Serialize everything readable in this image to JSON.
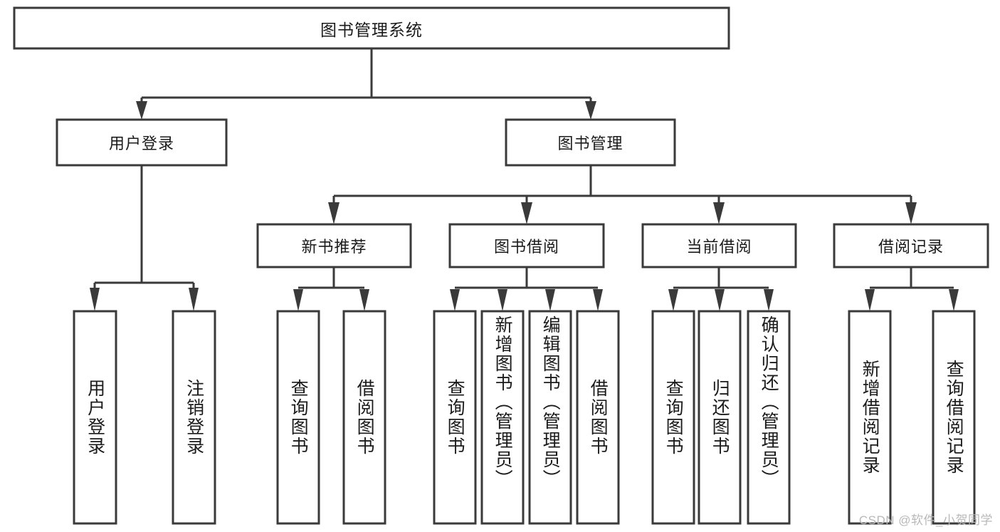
{
  "diagram": {
    "title": "图书管理系统",
    "type": "tree-hierarchy",
    "orientation": "top-down",
    "root": {
      "id": "root",
      "label": "图书管理系统",
      "orientation": "horizontal"
    },
    "level2": [
      {
        "id": "user-login",
        "label": "用户登录",
        "orientation": "horizontal"
      },
      {
        "id": "book-management",
        "label": "图书管理",
        "orientation": "horizontal"
      }
    ],
    "level3": [
      {
        "id": "new-book-recommend",
        "label": "新书推荐",
        "orientation": "horizontal",
        "parent": "book-management"
      },
      {
        "id": "book-borrow",
        "label": "图书借阅",
        "orientation": "horizontal",
        "parent": "book-management"
      },
      {
        "id": "current-borrow",
        "label": "当前借阅",
        "orientation": "horizontal",
        "parent": "book-management"
      },
      {
        "id": "borrow-record",
        "label": "借阅记录",
        "orientation": "horizontal",
        "parent": "book-management"
      }
    ],
    "leaves": [
      {
        "id": "leaf-user-login",
        "label": "用户登录",
        "orientation": "vertical",
        "parent": "user-login"
      },
      {
        "id": "leaf-user-logout",
        "label": "注销登录",
        "orientation": "vertical",
        "parent": "user-login"
      },
      {
        "id": "leaf-query-book-1",
        "label": "查询图书",
        "orientation": "vertical",
        "parent": "new-book-recommend"
      },
      {
        "id": "leaf-borrow-book-1",
        "label": "借阅图书",
        "orientation": "vertical",
        "parent": "new-book-recommend"
      },
      {
        "id": "leaf-query-book-2",
        "label": "查询图书",
        "orientation": "vertical",
        "parent": "book-borrow"
      },
      {
        "id": "leaf-add-book",
        "label": "新增图书（管理员）",
        "orientation": "vertical",
        "parent": "book-borrow"
      },
      {
        "id": "leaf-edit-book",
        "label": "编辑图书（管理员）",
        "orientation": "vertical",
        "parent": "book-borrow"
      },
      {
        "id": "leaf-borrow-book-2",
        "label": "借阅图书",
        "orientation": "vertical",
        "parent": "book-borrow"
      },
      {
        "id": "leaf-query-book-3",
        "label": "查询图书",
        "orientation": "vertical",
        "parent": "current-borrow"
      },
      {
        "id": "leaf-return-book",
        "label": "归还图书",
        "orientation": "vertical",
        "parent": "current-borrow"
      },
      {
        "id": "leaf-confirm-return",
        "label": "确认归还（管理员）",
        "orientation": "vertical",
        "parent": "current-borrow"
      },
      {
        "id": "leaf-add-record",
        "label": "新增借阅记录",
        "orientation": "vertical",
        "parent": "borrow-record"
      },
      {
        "id": "leaf-query-record",
        "label": "查询借阅记录",
        "orientation": "vertical",
        "parent": "borrow-record"
      }
    ],
    "colors": {
      "stroke": "#3a3a3a",
      "fill": "#ffffff",
      "text": "#1b1b1b",
      "watermark": "#b8b8b8",
      "background": "#ffffff"
    }
  },
  "watermark": {
    "text": "CSDN @软件_小贺同学"
  }
}
